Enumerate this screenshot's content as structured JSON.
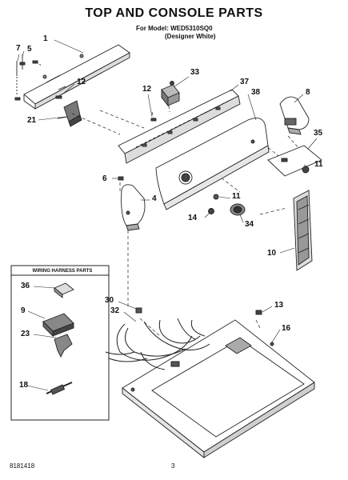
{
  "header": {
    "title": "TOP AND CONSOLE PARTS",
    "model_line": "For Model: WED5310SQ0",
    "variant": "(Designer White)"
  },
  "harness_box": {
    "title": "WIRING HARNESS PARTS"
  },
  "callouts": {
    "c1": "1",
    "c7": "7",
    "c5": "5",
    "c12a": "12",
    "c21": "21",
    "c33": "33",
    "c12b": "12",
    "c37": "37",
    "c38": "38",
    "c8": "8",
    "c35": "35",
    "c11a": "11",
    "c6": "6",
    "c4": "4",
    "c11b": "11",
    "c14": "14",
    "c34": "34",
    "c10": "10",
    "c30": "30",
    "c32": "32",
    "c13": "13",
    "c16": "16",
    "c36": "36",
    "c9": "9",
    "c23": "23",
    "c18": "18"
  },
  "footer": {
    "doc_number": "8181418",
    "page": "3"
  }
}
